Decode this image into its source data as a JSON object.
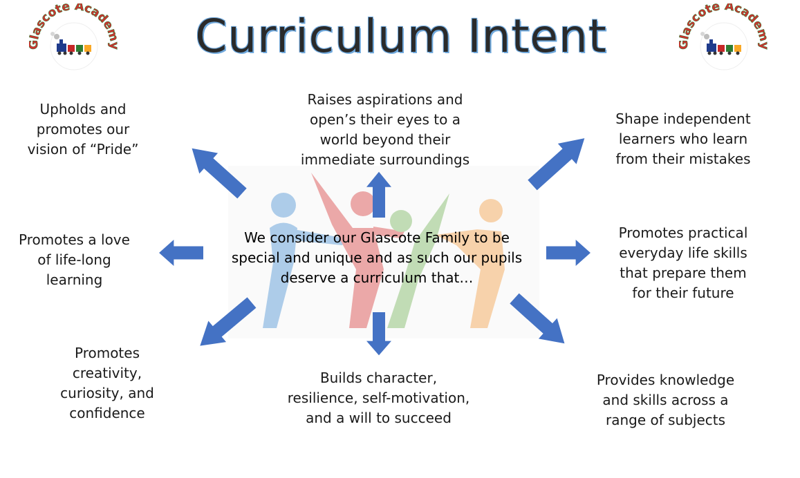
{
  "title": "Curriculum Intent",
  "logo": {
    "text": "Glascote Academy",
    "icon": "train-icon"
  },
  "center": {
    "text": "We consider our Glascote Family to be special and unique and as such our pupils deserve a curriculum that…"
  },
  "nodes": {
    "top_left": "Upholds and\npromotes our\nvision of “Pride”",
    "top": "Raises aspirations and\nopen’s their eyes to a\nworld beyond their\nimmediate surroundings",
    "top_right": "Shape independent\nlearners who learn\nfrom their mistakes",
    "mid_left": "Promotes a love\nof life-long\nlearning",
    "mid_right": "Promotes practical\neveryday life skills\nthat prepare them\nfor their future",
    "bot_left": "Promotes\ncreativity,\ncuriosity, and\nconfidence",
    "bot": "Builds character,\nresilience, self-motivation,\nand a will to succeed",
    "bot_right": "Provides knowledge\nand skills across a\nrange of subjects"
  },
  "colors": {
    "arrow": "#4472c4",
    "figure_blue": "#6fa8dc",
    "figure_red": "#e06666",
    "figure_green": "#93c47d",
    "figure_orange": "#f6b26b"
  }
}
